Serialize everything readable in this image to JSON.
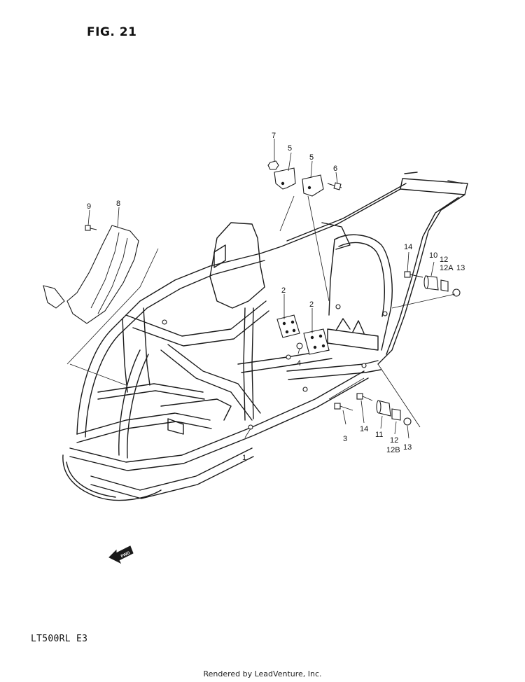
{
  "figure_title": "FIG. 21",
  "model_code": "LT500RL  E3",
  "footer": "Rendered by LeadVenture, Inc.",
  "fwd_label": "FWD",
  "callouts": {
    "c1": "1",
    "c2a": "2",
    "c2b": "2",
    "c3": "3",
    "c4": "4",
    "c5a": "5",
    "c5b": "5",
    "c6": "6",
    "c7": "7",
    "c8": "8",
    "c9": "9",
    "c10": "10",
    "c11": "11",
    "c12a": "12",
    "c12b": "12A",
    "c12c": "12",
    "c12d": "12B",
    "c13a": "13",
    "c13b": "13",
    "c14a": "14",
    "c14b": "14"
  }
}
